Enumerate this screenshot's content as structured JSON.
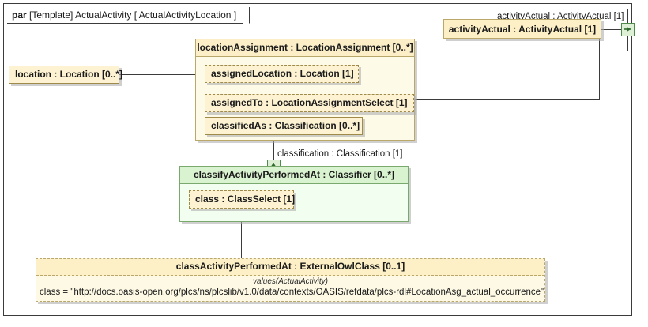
{
  "frame": {
    "keyword": "par",
    "label": "[Template] ActualActivity [ ActualActivityLocation ]"
  },
  "nodes": {
    "location": {
      "name": "location : Location [0..*]"
    },
    "location_assignment": {
      "header": "locationAssignment : LocationAssignment [0..*]",
      "parts": [
        {
          "name": "assignedLocation : Location [1]"
        },
        {
          "name": "assignedTo : LocationAssignmentSelect [1]"
        },
        {
          "name": "classifiedAs : Classification [0..*]"
        }
      ]
    },
    "activity_actual": {
      "name": "activityActual : ActivityActual [1]"
    },
    "classifier": {
      "header": "classifyActivityPerformedAt : Classifier [0..*]",
      "parts": [
        {
          "name": "class : ClassSelect [1]"
        }
      ]
    },
    "class_activity_performed_at": {
      "title": "classActivityPerformedAt : ExternalOwlClass [0..1]",
      "stereotype": "values(ActualActivity)",
      "value": "class = \"http://docs.oasis-open.org/plcs/ns/plcslib/v1.0/data/contexts/OASIS/refdata/plcs-rdl#LocationAsg_actual_occurrence\""
    }
  },
  "edges": {
    "activity_actual_label": "activityActual : ActivityActual [1]",
    "classification_label": "classification : Classification [1]"
  },
  "ports": {
    "right_frame_port": "arrow-right-icon",
    "classifier_top_port": "arrow-up-icon"
  },
  "colors": {
    "frame_border": "#3b3b3b",
    "yellow_fill": "#fdfbe8",
    "yellow_header": "#fcefc8",
    "yellow_border": "#b9a86a",
    "green_fill": "#f2fff0",
    "green_header": "#d9f2cf",
    "green_border": "#7aa96e",
    "prop_fill": "#fdf3d2",
    "port_fill": "#ddf0d6",
    "port_border": "#4e8a4a",
    "line": "#3b3b3b"
  }
}
